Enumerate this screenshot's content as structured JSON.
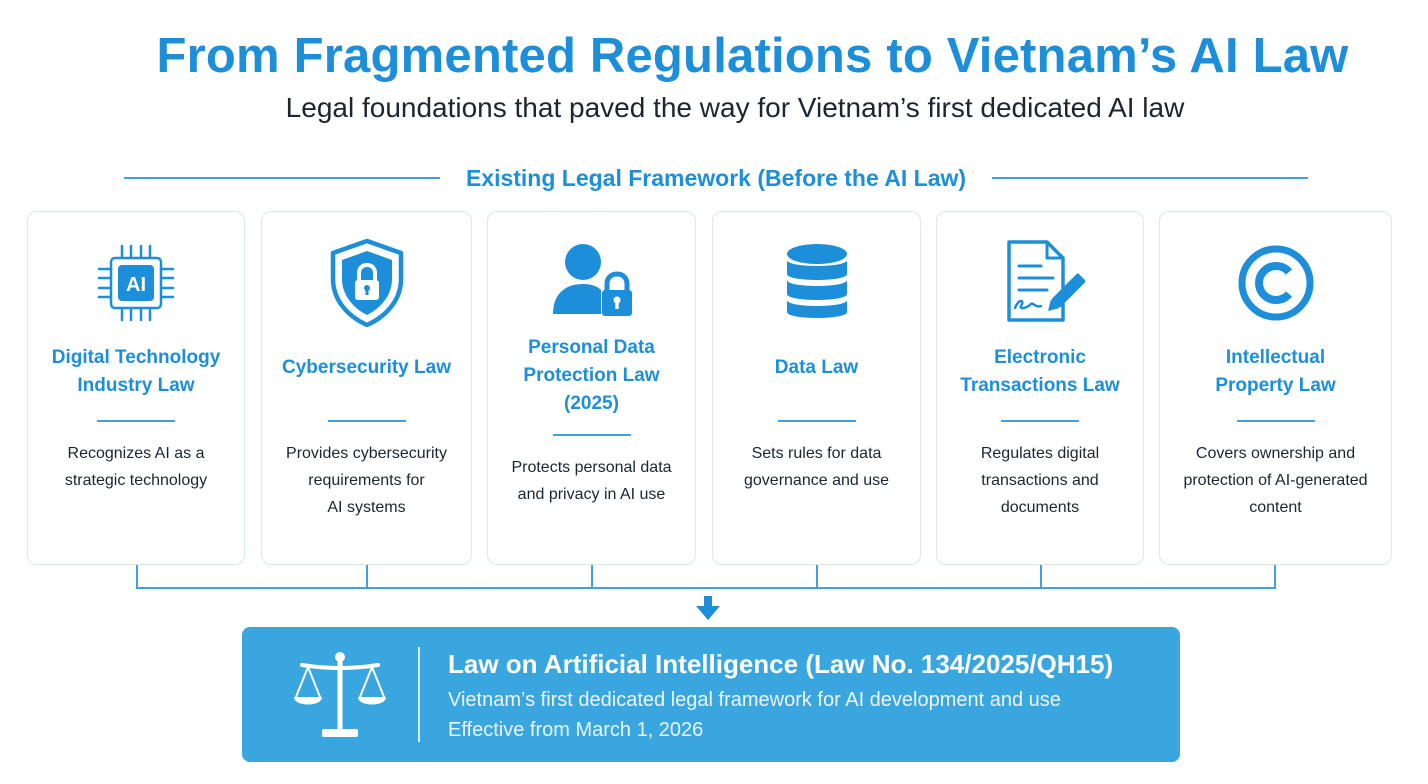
{
  "title": "From Fragmented Regulations to Vietnam’s AI Law",
  "subtitle": "Legal foundations that paved the way for Vietnam’s first dedicated AI law",
  "section_heading": "Existing Legal Framework (Before the AI Law)",
  "cards": [
    {
      "icon": "ai-chip-icon",
      "icon_text": "AI",
      "title_lines": [
        "Digital Technology",
        "Industry Law"
      ],
      "desc_lines": [
        "Recognizes AI as a",
        "strategic technology"
      ]
    },
    {
      "icon": "shield-lock-icon",
      "title_lines": [
        "Cybersecurity Law"
      ],
      "desc_lines": [
        "Provides cybersecurity",
        "requirements for",
        "AI systems"
      ]
    },
    {
      "icon": "user-lock-icon",
      "title_lines": [
        "Personal Data",
        "Protection Law",
        "(2025)"
      ],
      "desc_lines": [
        "Protects personal data",
        "and privacy in AI use"
      ]
    },
    {
      "icon": "database-icon",
      "title_lines": [
        "Data Law"
      ],
      "desc_lines": [
        "Sets rules for data",
        "governance and use"
      ]
    },
    {
      "icon": "document-signature-icon",
      "title_lines": [
        "Electronic",
        "Transactions Law"
      ],
      "desc_lines": [
        "Regulates digital",
        "transactions and",
        "documents"
      ]
    },
    {
      "icon": "copyright-icon",
      "title_lines": [
        "Intellectual",
        "Property Law"
      ],
      "desc_lines": [
        "Covers ownership and",
        "protection of AI-generated",
        "content"
      ]
    }
  ],
  "banner": {
    "icon": "scales-of-justice-icon",
    "title": "Law on Artificial Intelligence (Law No. 134/2025/QH15)",
    "description": "Vietnam’s first dedicated legal framework for AI development and use",
    "effective": "Effective from March 1, 2026"
  },
  "colors": {
    "accent": "#1d8fda",
    "banner": "#3aa6df",
    "text": "#1c2530",
    "card_border": "#d5e8f6"
  }
}
